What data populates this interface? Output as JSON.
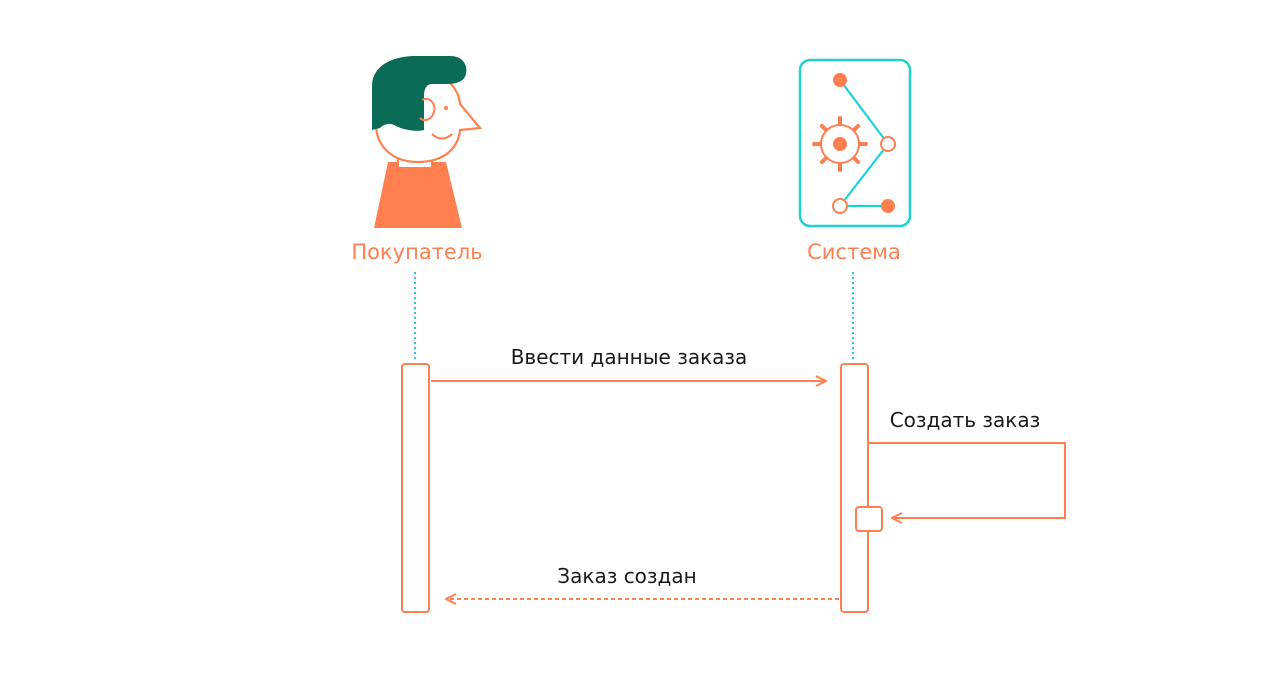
{
  "colors": {
    "accent": "#ff7f50",
    "hair": "#0a6b57",
    "system_border": "#1fd1d1",
    "lifeline": "#2bc4dc",
    "text": "#1a1a1a",
    "skin": "#ffffff"
  },
  "actors": {
    "buyer": {
      "label": "Покупатель",
      "icon": "person-icon"
    },
    "system": {
      "label": "Система",
      "icon": "system-flow-icon"
    }
  },
  "messages": {
    "enter_order": "Ввести данные заказа",
    "create_order": "Создать заказ",
    "order_created": "Заказ создан"
  }
}
